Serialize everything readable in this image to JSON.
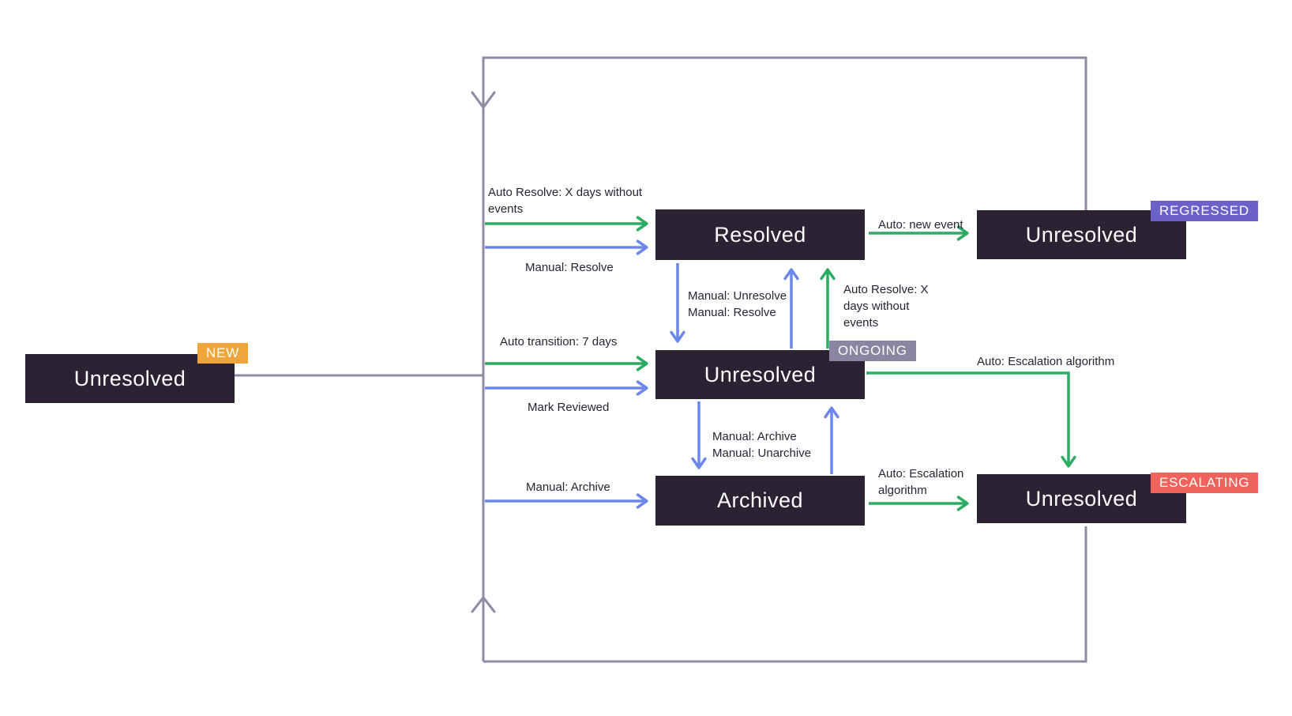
{
  "diagram": {
    "states": {
      "new": {
        "label": "Unresolved",
        "badge": "NEW"
      },
      "resolved": {
        "label": "Resolved"
      },
      "ongoing": {
        "label": "Unresolved",
        "badge": "ONGOING"
      },
      "archived": {
        "label": "Archived"
      },
      "regressed": {
        "label": "Unresolved",
        "badge": "REGRESSED"
      },
      "escalating": {
        "label": "Unresolved",
        "badge": "ESCALATING"
      }
    },
    "labels": {
      "auto_resolve_to_resolved": "Auto Resolve: X days without\nevents",
      "manual_resolve_to_resolved": "Manual: Resolve",
      "manual_unresolve_resolve": "Manual: Unresolve\nManual: Resolve",
      "auto_resolve_from_ongoing": "Auto Resolve: X\ndays without\nevents",
      "auto_transition": "Auto transition: 7 days",
      "mark_reviewed": "Mark Reviewed",
      "manual_archive_unarchive": "Manual: Archive\nManual: Unarchive",
      "manual_archive": "Manual: Archive",
      "auto_new_event": "Auto: new event",
      "auto_escalation_from_ongoing": "Auto: Escalation algorithm",
      "auto_escalation_from_archived": "Auto: Escalation\nalgorithm"
    },
    "colors": {
      "state_box": "#2B2233",
      "state_text": "#FFFFFF",
      "auto_arrow_green": "#2DAC63",
      "manual_arrow_blue": "#6C86EA",
      "loop_line_purple": "#9189A4",
      "label_text": "#2B2233",
      "badge_new": "#EDA53C",
      "badge_ongoing": "#8C85A1",
      "badge_regressed": "#6C60C9",
      "badge_escalating": "#EF635C"
    }
  }
}
